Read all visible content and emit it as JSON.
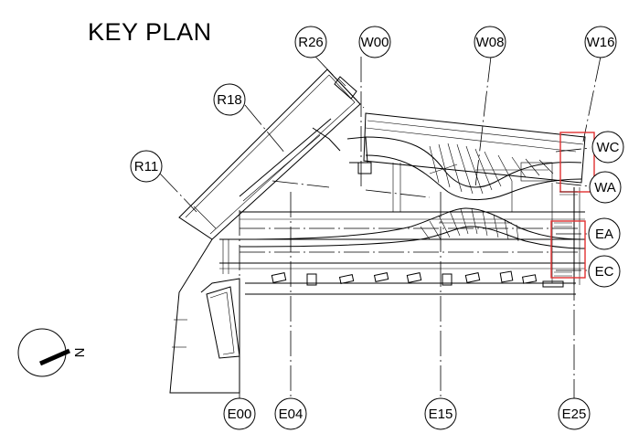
{
  "title": "KEY PLAN",
  "grid_labels": {
    "r26": "R26",
    "w00": "W00",
    "w08": "W08",
    "w16": "W16",
    "r18": "R18",
    "r11": "R11",
    "wc": "WC",
    "wa": "WA",
    "ea": "EA",
    "ec": "EC",
    "e00": "E00",
    "e04": "E04",
    "e15": "E15",
    "e25": "E25"
  },
  "north_arrow": {
    "label": "N",
    "icon": "north-arrow-icon"
  },
  "colors": {
    "line": "#000000",
    "highlight": "#e03030"
  }
}
